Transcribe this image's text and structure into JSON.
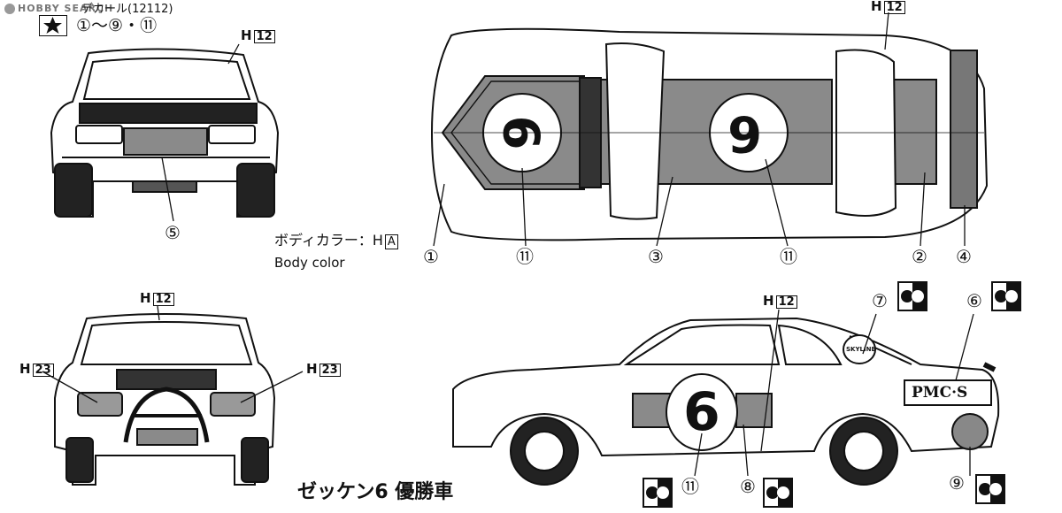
{
  "header": {
    "logo_text": "HOBBY SEARCH",
    "decal_label": "デカール(12112)",
    "decal_range": "①～⑨・⑪"
  },
  "paint": {
    "body_color_jp": "ボディカラー：H",
    "body_color_code": "A",
    "body_color_en": "Body color"
  },
  "codes": {
    "h12": "12",
    "h23": "23",
    "h_prefix": "H"
  },
  "callouts": {
    "c1": "①",
    "c2": "②",
    "c3": "③",
    "c4": "④",
    "c5": "⑤",
    "c6": "⑥",
    "c7": "⑦",
    "c8": "⑧",
    "c9": "⑨",
    "c11": "⑪"
  },
  "car": {
    "race_number": "6",
    "sponsor": "PMC·S",
    "skyline_badge": "SKYLINE"
  },
  "caption": "ゼッケン6 優勝車",
  "colors": {
    "ink": "#111111",
    "panel_gray": "#8a8a8a",
    "paper": "#ffffff"
  }
}
